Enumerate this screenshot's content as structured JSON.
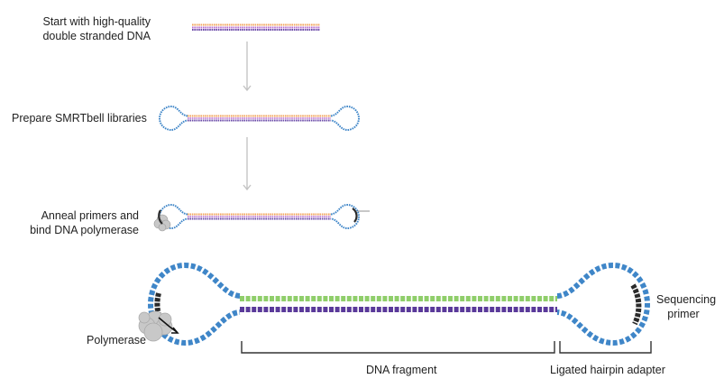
{
  "steps": [
    {
      "line1": "Start with high-quality",
      "line2": "double stranded DNA"
    },
    {
      "line1": "Prepare SMRTbell libraries"
    },
    {
      "line1": "Anneal primers and",
      "line2": "bind DNA polymerase"
    }
  ],
  "detail": {
    "polymerase": "Polymerase",
    "sequencing_primer_line1": "Sequencing",
    "sequencing_primer_line2": "primer",
    "dna_fragment": "DNA fragment",
    "hairpin_adapter": "Ligated hairpin adapter"
  },
  "colors": {
    "strand_top": "#8fce6a",
    "strand_bottom": "#5a3a9a",
    "strand_top_small": "#f0a35a",
    "strand_bottom_small": "#6a4aa8",
    "adapter": "#3f86c8",
    "primer": "#2a2a2a",
    "polymerase": "#c8c8c8",
    "arrow": "#c4c4c4",
    "bracket": "#333333"
  }
}
